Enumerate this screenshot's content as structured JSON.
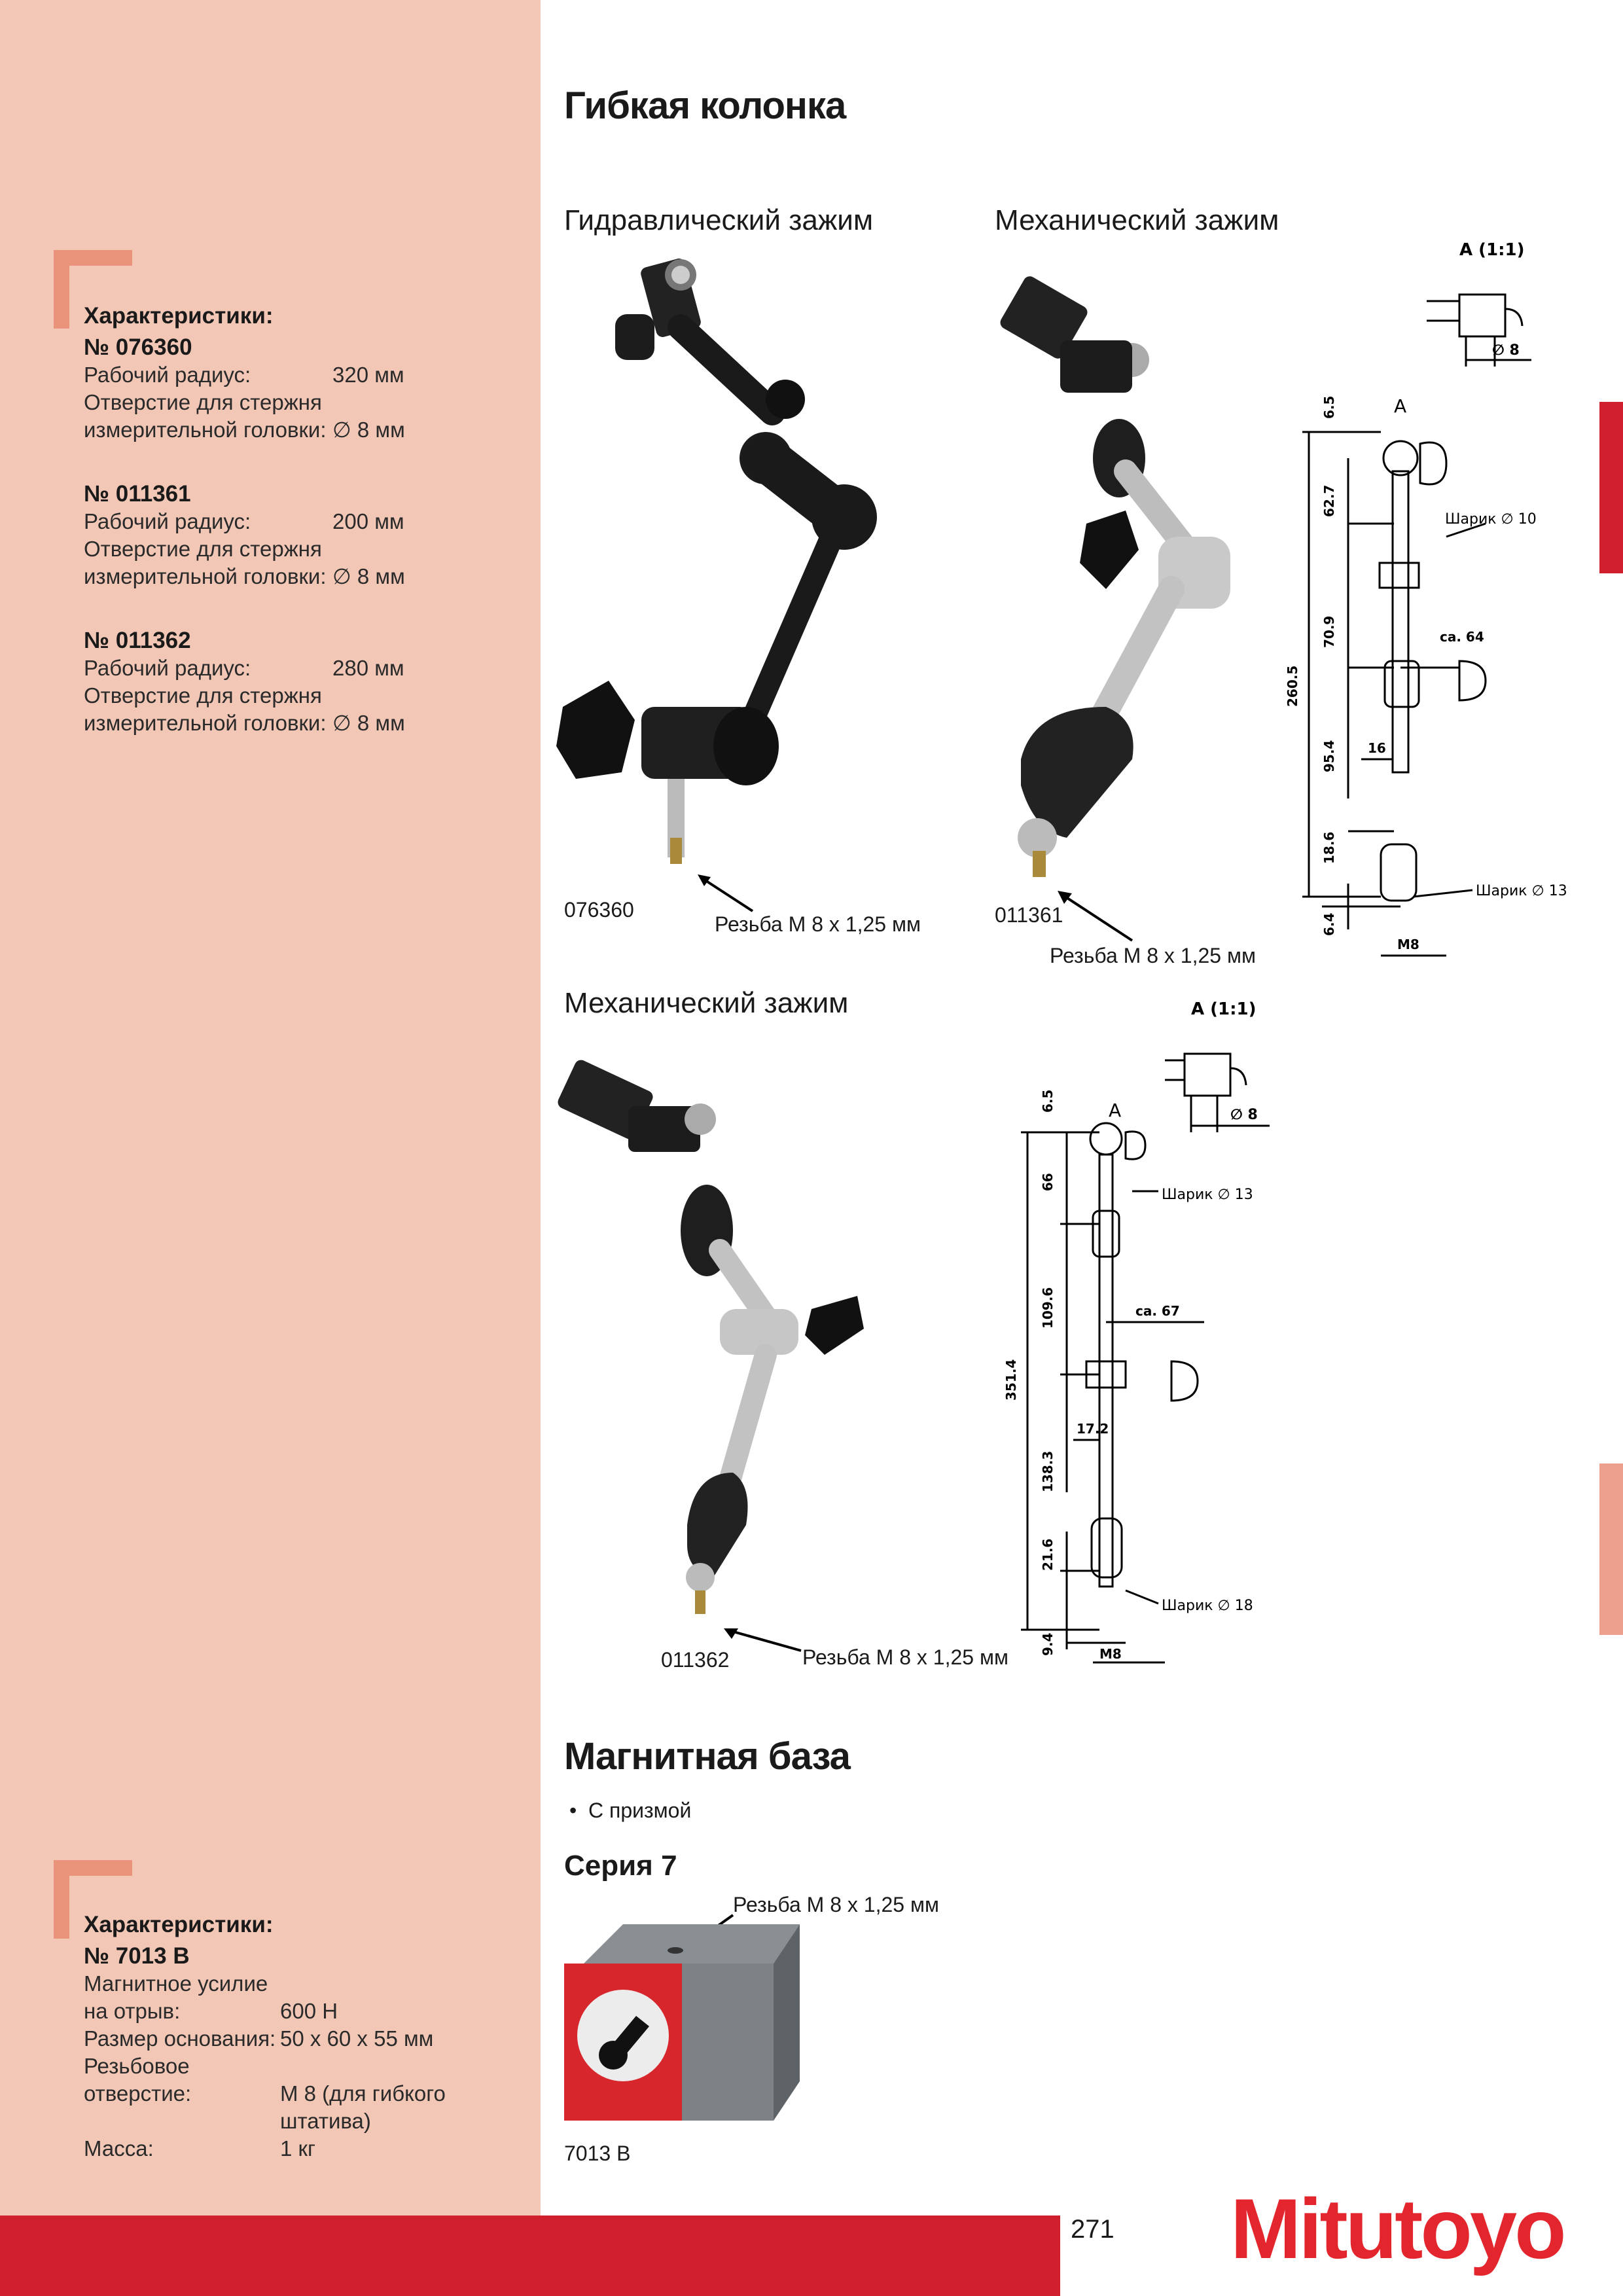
{
  "title": "Гибкая колонка",
  "sections": {
    "hydraulic": "Гидравлический зажим",
    "mechanical1": "Механический зажим",
    "mechanical2": "Механический зажим"
  },
  "products": {
    "p1": {
      "code": "076360",
      "thread": "Резьба  M 8 x 1,25 мм"
    },
    "p2": {
      "code": "011361",
      "thread": "Резьба  M 8 x 1,25 мм"
    },
    "p3": {
      "code": "011362",
      "thread": "Резьба  M 8 x 1,25 мм"
    }
  },
  "specs1": {
    "heading": "Характеристики:",
    "items": [
      {
        "no": "№ 076360",
        "radius_label": "Рабочий радиус:",
        "radius": "320 мм",
        "hole_label1": "Отверстие для стержня",
        "hole_label2": "измерительной головки:",
        "hole": "∅ 8 мм"
      },
      {
        "no": "№ 011361",
        "radius_label": "Рабочий радиус:",
        "radius": "200 мм",
        "hole_label1": "Отверстие для стержня",
        "hole_label2": "измерительной головки:",
        "hole": "∅ 8 мм"
      },
      {
        "no": "№ 011362",
        "radius_label": "Рабочий радиус:",
        "radius": "280 мм",
        "hole_label1": "Отверстие для стержня",
        "hole_label2": "измерительной головки:",
        "hole": "∅ 8 мм"
      }
    ]
  },
  "drawing1": {
    "view": "A (1:1)",
    "a": "A",
    "d8": "∅ 8",
    "dims": [
      "6.5",
      "62.7",
      "70.9",
      "260.5",
      "95.4",
      "18.6",
      "6.4",
      "ca. 64",
      "16",
      "M8"
    ],
    "ball1": "Шарик ∅ 10",
    "ball2": "Шарик ∅ 13"
  },
  "drawing2": {
    "view": "A (1:1)",
    "a": "A",
    "d8": "∅ 8",
    "dims": [
      "6.5",
      "66",
      "109.6",
      "351.4",
      "138.3",
      "21.6",
      "9.4",
      "ca. 67",
      "17.2",
      "M8"
    ],
    "ball1": "Шарик ∅ 13",
    "ball2": "Шарик ∅ 18"
  },
  "magnet": {
    "title": "Магнитная база",
    "bullet": "С призмой",
    "series": "Серия 7",
    "thread": "Резьба  M 8 x 1,25 мм",
    "code": "7013 B"
  },
  "specs2": {
    "heading": "Характеристики:",
    "no": "№ 7013 B",
    "force_label1": "Магнитное усилие",
    "force_label2": "на отрыв:",
    "force": "600 H",
    "base_label": "Размер основания:",
    "base": "50 x 60 x 55 мм",
    "thread_label1": "Резьбовое",
    "thread_label2": "отверстие:",
    "thread1": "M 8 (для гибкого",
    "thread2": "штатива)",
    "mass_label": "Масса:",
    "mass": "1 кг"
  },
  "footer": {
    "page": "271",
    "logo": "Mitutoyo"
  },
  "colors": {
    "sidebar": "#f2c7b6",
    "accent": "#d0202d",
    "bracket": "#e9937a",
    "logo": "#e3262d"
  }
}
